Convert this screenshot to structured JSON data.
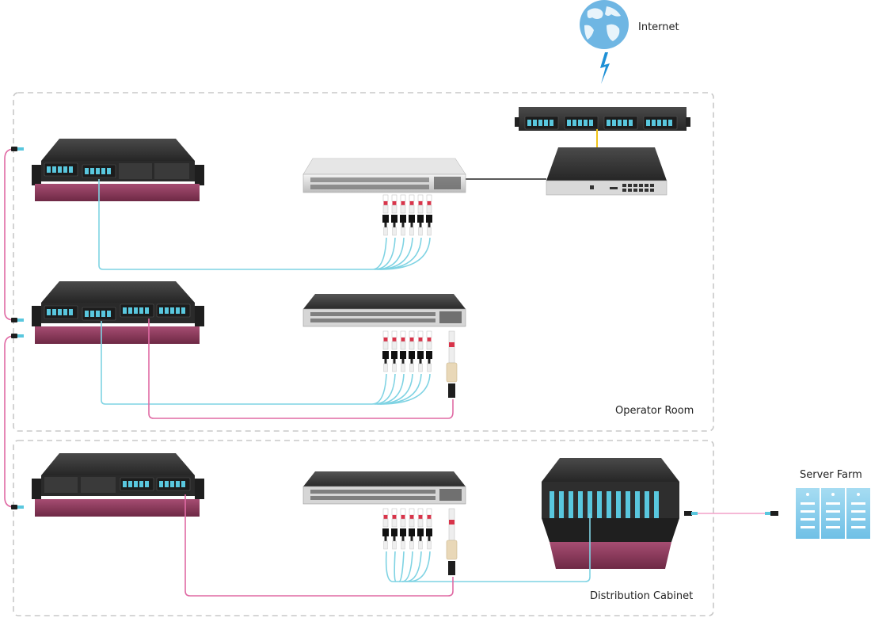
{
  "labels": {
    "internet": "Internet",
    "operator_room": "Operator Room",
    "distribution_cabinet": "Distribution Cabinet",
    "server_farm": "Server Farm"
  },
  "colors": {
    "background": "#ffffff",
    "zone_border": "#c8c8c8",
    "aqua_cable": "#7fd3e3",
    "magenta_cable": "#e06aa4",
    "trunk_cable": "#f2a0c8",
    "ethernet_cable": "#222222",
    "yellow_patch": "#f0c419",
    "device_body": "#2b2b2b",
    "device_top": "#3a3a3a",
    "tray_maroon": "#8a3a5a",
    "port_aqua": "#59c7de",
    "globe_blue": "#6fb6e3",
    "globe_land": "#e8f4fb",
    "lightning": "#1e90d6",
    "server_blue": "#8dd0ec"
  }
}
